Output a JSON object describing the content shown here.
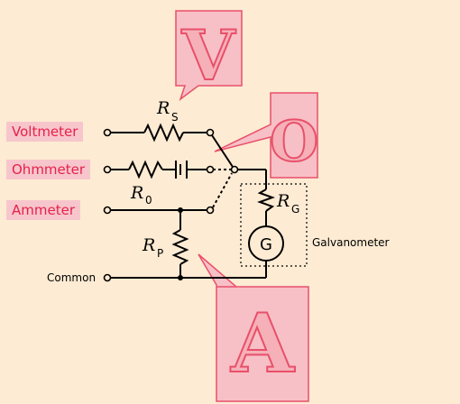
{
  "modes": {
    "voltmeter": "Voltmeter",
    "ohmmeter": "Ohmmeter",
    "ammeter": "Ammeter"
  },
  "terminals": {
    "common": "Common"
  },
  "components": {
    "rs": {
      "symbol": "R",
      "subscript": "S"
    },
    "r0": {
      "symbol": "R",
      "subscript": "0"
    },
    "rp": {
      "symbol": "R",
      "subscript": "P"
    },
    "rg": {
      "symbol": "R",
      "subscript": "G"
    },
    "galvanometer_symbol": "G",
    "galvanometer_label": "Galvanometer"
  },
  "callouts": {
    "voltmeter_letter": "V",
    "ohmmeter_letter": "O",
    "ammeter_letter": "A"
  },
  "colors": {
    "background": "#fdebd3",
    "label_fill": "#f7c6cc",
    "label_text": "#e8204a",
    "callout_fill": "#f7c0c6",
    "callout_stroke": "#e8506a",
    "callout_letter": "#f5b0b8",
    "wire": "#000000"
  }
}
